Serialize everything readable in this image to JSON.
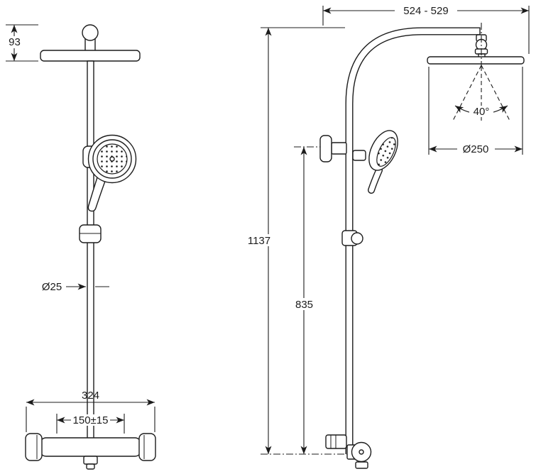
{
  "drawing": {
    "title": "Shower column technical drawing",
    "views": {
      "front": "front-view",
      "side": "side-view"
    }
  },
  "dimensions": {
    "head_offset": "93",
    "reach_range": "524 - 529",
    "spray_angle": "40°",
    "head_diameter": "Ø250",
    "overall_height": "1137",
    "rail_height": "835",
    "rail_diameter": "Ø25",
    "valve_width": "324",
    "inlet_spacing": "150±15"
  },
  "style": {
    "line_color": "#1c1c1c",
    "background": "#ffffff"
  }
}
